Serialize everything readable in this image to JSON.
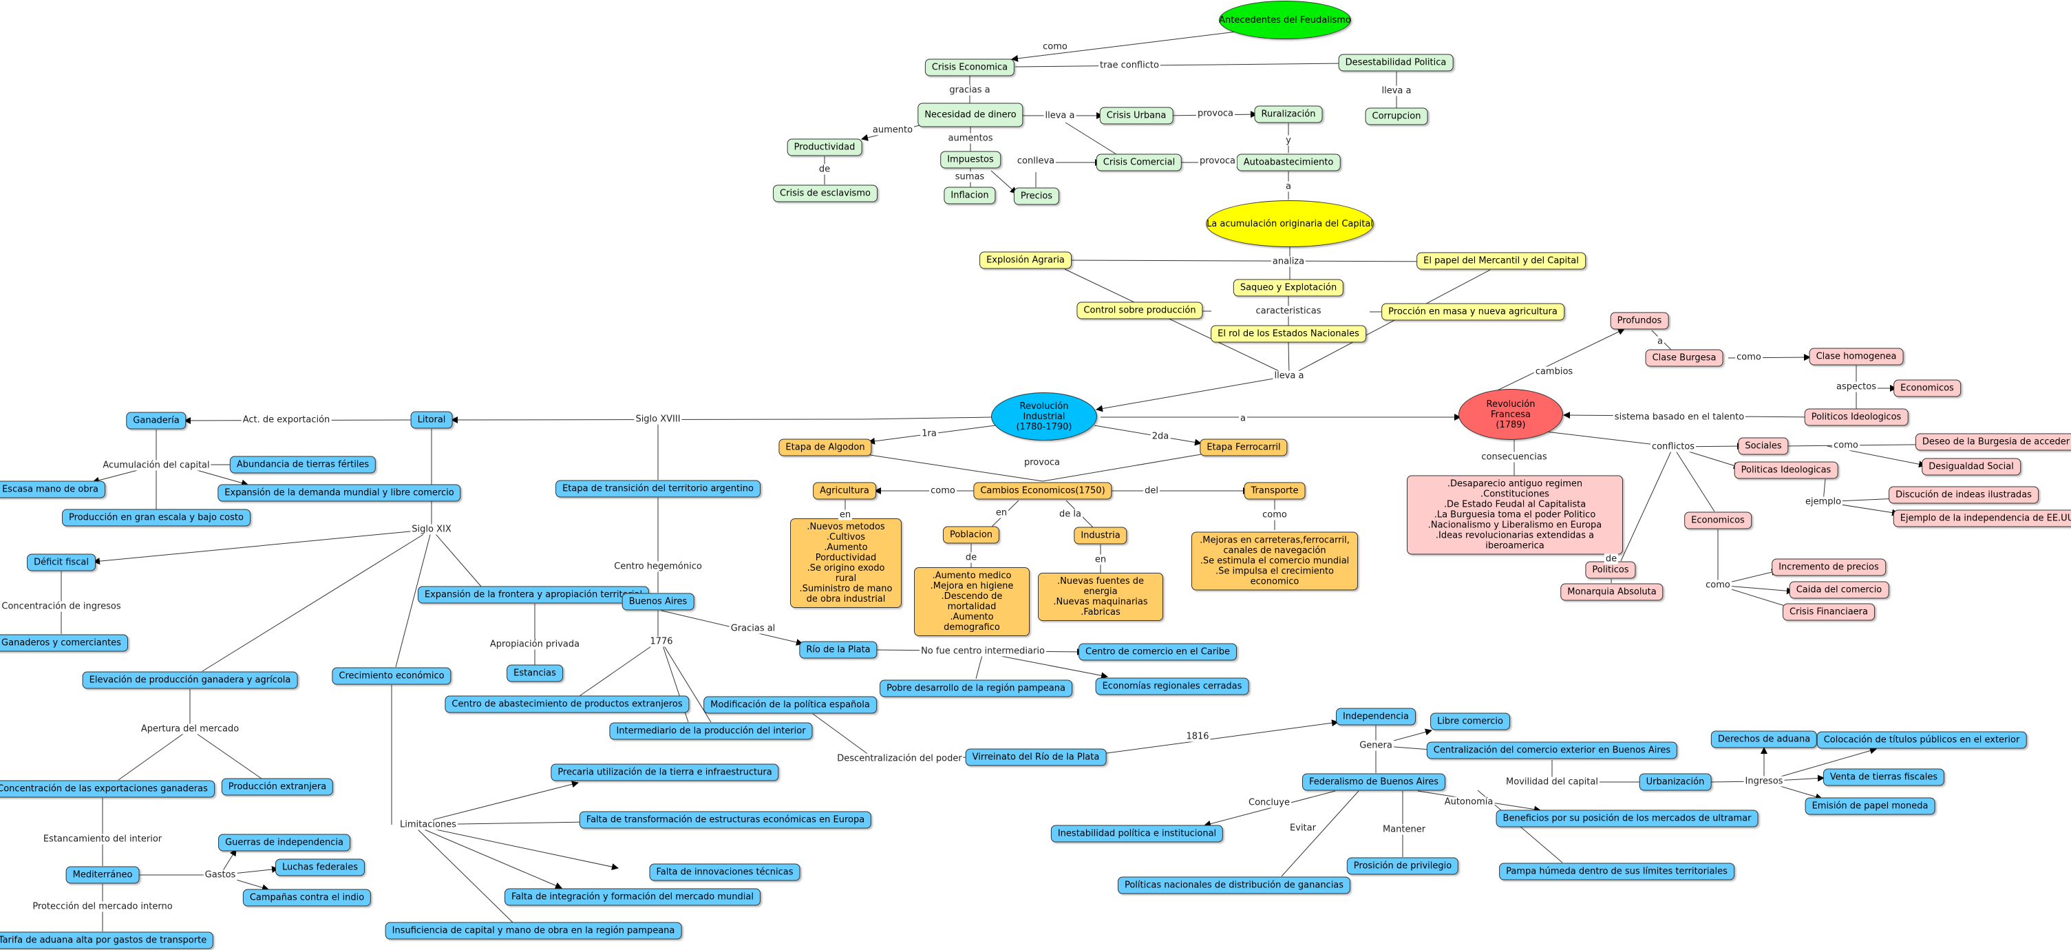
{
  "colors": {
    "green": "#d6f5d6",
    "greenHead": "#00ee00",
    "yellow": "#ffff99",
    "yellowHead": "#ffff00",
    "orange": "#ffcc66",
    "cyan": "#00bfff",
    "blue": "#66ccff",
    "pink": "#ffcccc",
    "red": "#ff6666"
  },
  "nodes": {
    "feudalismo": "Antecedentes del Feudalismo",
    "crisis_economica": "Crisis Economica",
    "desestabilidad": "Desestabilidad Politica",
    "corrupcion": "Corrupcion",
    "necesidad": "Necesidad de dinero",
    "crisis_urbana": "Crisis Urbana",
    "ruralizacion": "Ruralización",
    "productividad": "Productividad",
    "esclavismo": "Crisis de esclavismo",
    "impuestos": "Impuestos",
    "inflacion": "Inflacion",
    "precios": "Precios",
    "crisis_comercial": "Crisis Comercial",
    "autoabast": "Autoabastecimiento",
    "acumulacion": "La acumulación originaria del Capital",
    "explosion": "Explosión Agraria",
    "papel": "El papel del Mercantil y del Capital",
    "saqueo": "Saqueo y Explotación",
    "control": "Control sobre producción",
    "produccion_masa": "Procción en masa y nueva agricultura",
    "rol": "El rol de los Estados Nacionales",
    "rev_industrial": "Revolución Industrial\n(1780-1790)",
    "etapa_algodon": "Etapa de Algodon",
    "etapa_ferro": "Etapa Ferrocarril",
    "cambios": "Cambios Economicos(1750)",
    "agricultura": "Agricultura",
    "poblacion": "Poblacion",
    "industria": "Industria",
    "transporte": "Transporte",
    "agri_det": ".Nuevos metodos\n.Cultivos\n.Aumento Porductividad\n.Se origino exodo rural\n.Suministro de mano\nde obra industrial",
    "pob_det": ".Aumento medico\n.Mejora en higiene\n.Descendo de mortalidad\n.Aumento demografico",
    "ind_det": ".Nuevas fuentes de energia\n.Nuevas maquinarias\n.Fabricas",
    "trans_det": ".Mejoras en carreteras,ferrocarril,\ncanales de navegación\n.Se estimula el comercio mundial\n.Se impulsa el crecimiento economico",
    "rev_francesa": "Revolución Francesa\n(1789)",
    "consec_det": ".Desaparecio antiguo regimen\n.Constituciones\n.De Estado Feudal al Capitalista\n.La Burguesia toma el poder Politico\n.Nacionalismo y Liberalismo en Europa\n.Ideas revolucionarias extendidas a iberoamerica",
    "profundos": "Profundos",
    "clase_burguesa": "Clase Burgesa",
    "clase_homogenea": "Clase homogenea",
    "economicos_a": "Economicos",
    "politicos_ideo": "Politicos Ideologicos",
    "sociales": "Sociales",
    "deseo": "Deseo de la Burgesia de acceder",
    "desigualdad": "Desigualdad Social",
    "politicas_ideo": "Politicas Ideologicas",
    "discusion": "Discución de indeas ilustradas",
    "ejemplo_ind": "Ejemplo de la independencia de EE.UU",
    "politicos": "Politicos",
    "monarquia": "Monarquia Absoluta",
    "economicos_b": "Economicos",
    "incremento": "Incremento de precios",
    "caida": "Caida del comercio",
    "crisis_fin": "Crisis Financiaera",
    "litoral": "Litoral",
    "ganaderia": "Ganadería",
    "escasa": "Escasa mano de obra",
    "abundancia": "Abundancia de tierras fértiles",
    "expansion_demanda": "Expansión de la demanda mundial y libre comercio",
    "produccion_gran": "Producción en gran escala y bajo costo",
    "deficit": "Déficit fiscal",
    "ganaderos": "Ganaderos y comerciantes",
    "expansion_frontera": "Expansión de la frontera y apropiación territorial",
    "estancias": "Estancias",
    "elevacion": "Elevación de producción ganadera y agrícola",
    "crecimiento": "Crecimiento económico",
    "concentracion_exp": "Concentración de las exportaciones ganaderas",
    "produccion_ext": "Producción extranjera",
    "mediterraneo": "Mediterráneo",
    "guerras": "Guerras de independencia",
    "luchas": "Luchas federales",
    "campanas": "Campañas contra el indio",
    "tarifa": "Tarifa de aduana alta por gastos de transporte",
    "etapa_transicion": "Etapa de transición del territorio argentino",
    "buenos_aires": "Buenos Aires",
    "centro_abast": "Centro de abastecimiento de productos extranjeros",
    "intermediario": "Intermediario de la producción del interior",
    "modificacion": "Modificación de la política española",
    "rio_plata": "Río de la Plata",
    "centro_caribe": "Centro de comercio en el Caribe",
    "pobre": "Pobre desarrollo de la región pampeana",
    "economias_reg": "Economías regionales cerradas",
    "virreinato": "Virreinato del Río de la Plata",
    "precaria": "Precaria utilización de la tierra e infraestructura",
    "falta_transf": "Falta de transformación de estructuras económicas en Europa",
    "falta_innov": "Falta de innovaciones técnicas",
    "falta_integ": "Falta de integración y formación del mercado mundial",
    "insuficiencia": "Insuficiencia de capital y mano de obra en la región pampeana",
    "independencia": "Independencia",
    "libre_comercio": "Libre comercio",
    "centralizacion": "Centralización del comercio exterior en Buenos Aires",
    "federalismo": "Federalismo de Buenos Aires",
    "urbanizacion": "Urbanización",
    "derechos": "Derechos de aduana",
    "colocacion": "Colocación de títulos públicos en el exterior",
    "venta": "Venta de tierras fiscales",
    "emision": "Emisión de papel moneda",
    "beneficios": "Beneficios por su posición de los mercados de ultramar",
    "inestabilidad": "Inestabilidad política e institucional",
    "politicas_nac": "Políticas nacionales de distribución de ganancias",
    "proscion": "Prosición de privilegio",
    "pampa": "Pampa húmeda dentro de sus límites territoriales"
  },
  "labels": {
    "como": "como",
    "trae_conflicto": "trae conflicto",
    "lleva_a_pol": "lleva a",
    "gracias_a": "gracias a",
    "lleva_a": "lleva a",
    "provoca_a": "provoca",
    "aumento": "aumento",
    "de_prod": "de",
    "aumentos": "aumentos",
    "conlleva": "conlleva",
    "provoca_b": "provoca",
    "y": "y",
    "sumas": "sumas",
    "a_auto": "a",
    "analiza": "analiza",
    "caracteristicas": "caracteristicas",
    "lleva_a_rev": "lleva a",
    "a_rev": "a",
    "uno_ra": "1ra",
    "dos_da": "2da",
    "provoca_c": "provoca",
    "como_agri": "como",
    "del": "del",
    "en_cambios": "en",
    "de_la": "de la",
    "en_agri": "en",
    "de_pob": "de",
    "en_ind": "en",
    "como_trans": "como",
    "siglo_xviii": "Siglo XVIII",
    "act_export": "Act. de exportación",
    "acum_capital": "Acumulación del capital",
    "siglo_xix": "Siglo XIX",
    "concentracion_ingresos": "Concentración de ingresos",
    "apropiacion": "Apropiación privada",
    "apertura": "Apertura del mercado",
    "estancamiento": "Estancamiento del interior",
    "gastos": "Gastos",
    "proteccion": "Protección del mercado interno",
    "centro_hegemonico": "Centro hegemónico",
    "gracias_al": "Gracias al",
    "anio_1776": "1776",
    "no_fue": "No fue centro intermediario",
    "descentralizacion": "Descentralización del poder",
    "anio_1816": "1816",
    "limitaciones": "Limitaciones",
    "genera": "Genera",
    "movilidad": "Movilidad del capital",
    "ingresos": "Ingresos",
    "concluye": "Concluye",
    "evitar": "Evitar",
    "mantener": "Mantener",
    "autonomia": "Autonomía",
    "cambios_lbl": "cambios",
    "a_prof": "a",
    "como_clase": "como",
    "aspectos": "aspectos",
    "sistema": "sistema basado en el talento",
    "consecuencias": "consecuencias",
    "conflictos": "conflictos",
    "como_soc": "como",
    "ejemplo": "ejemplo",
    "de_pol": "de",
    "como_eco": "como"
  }
}
